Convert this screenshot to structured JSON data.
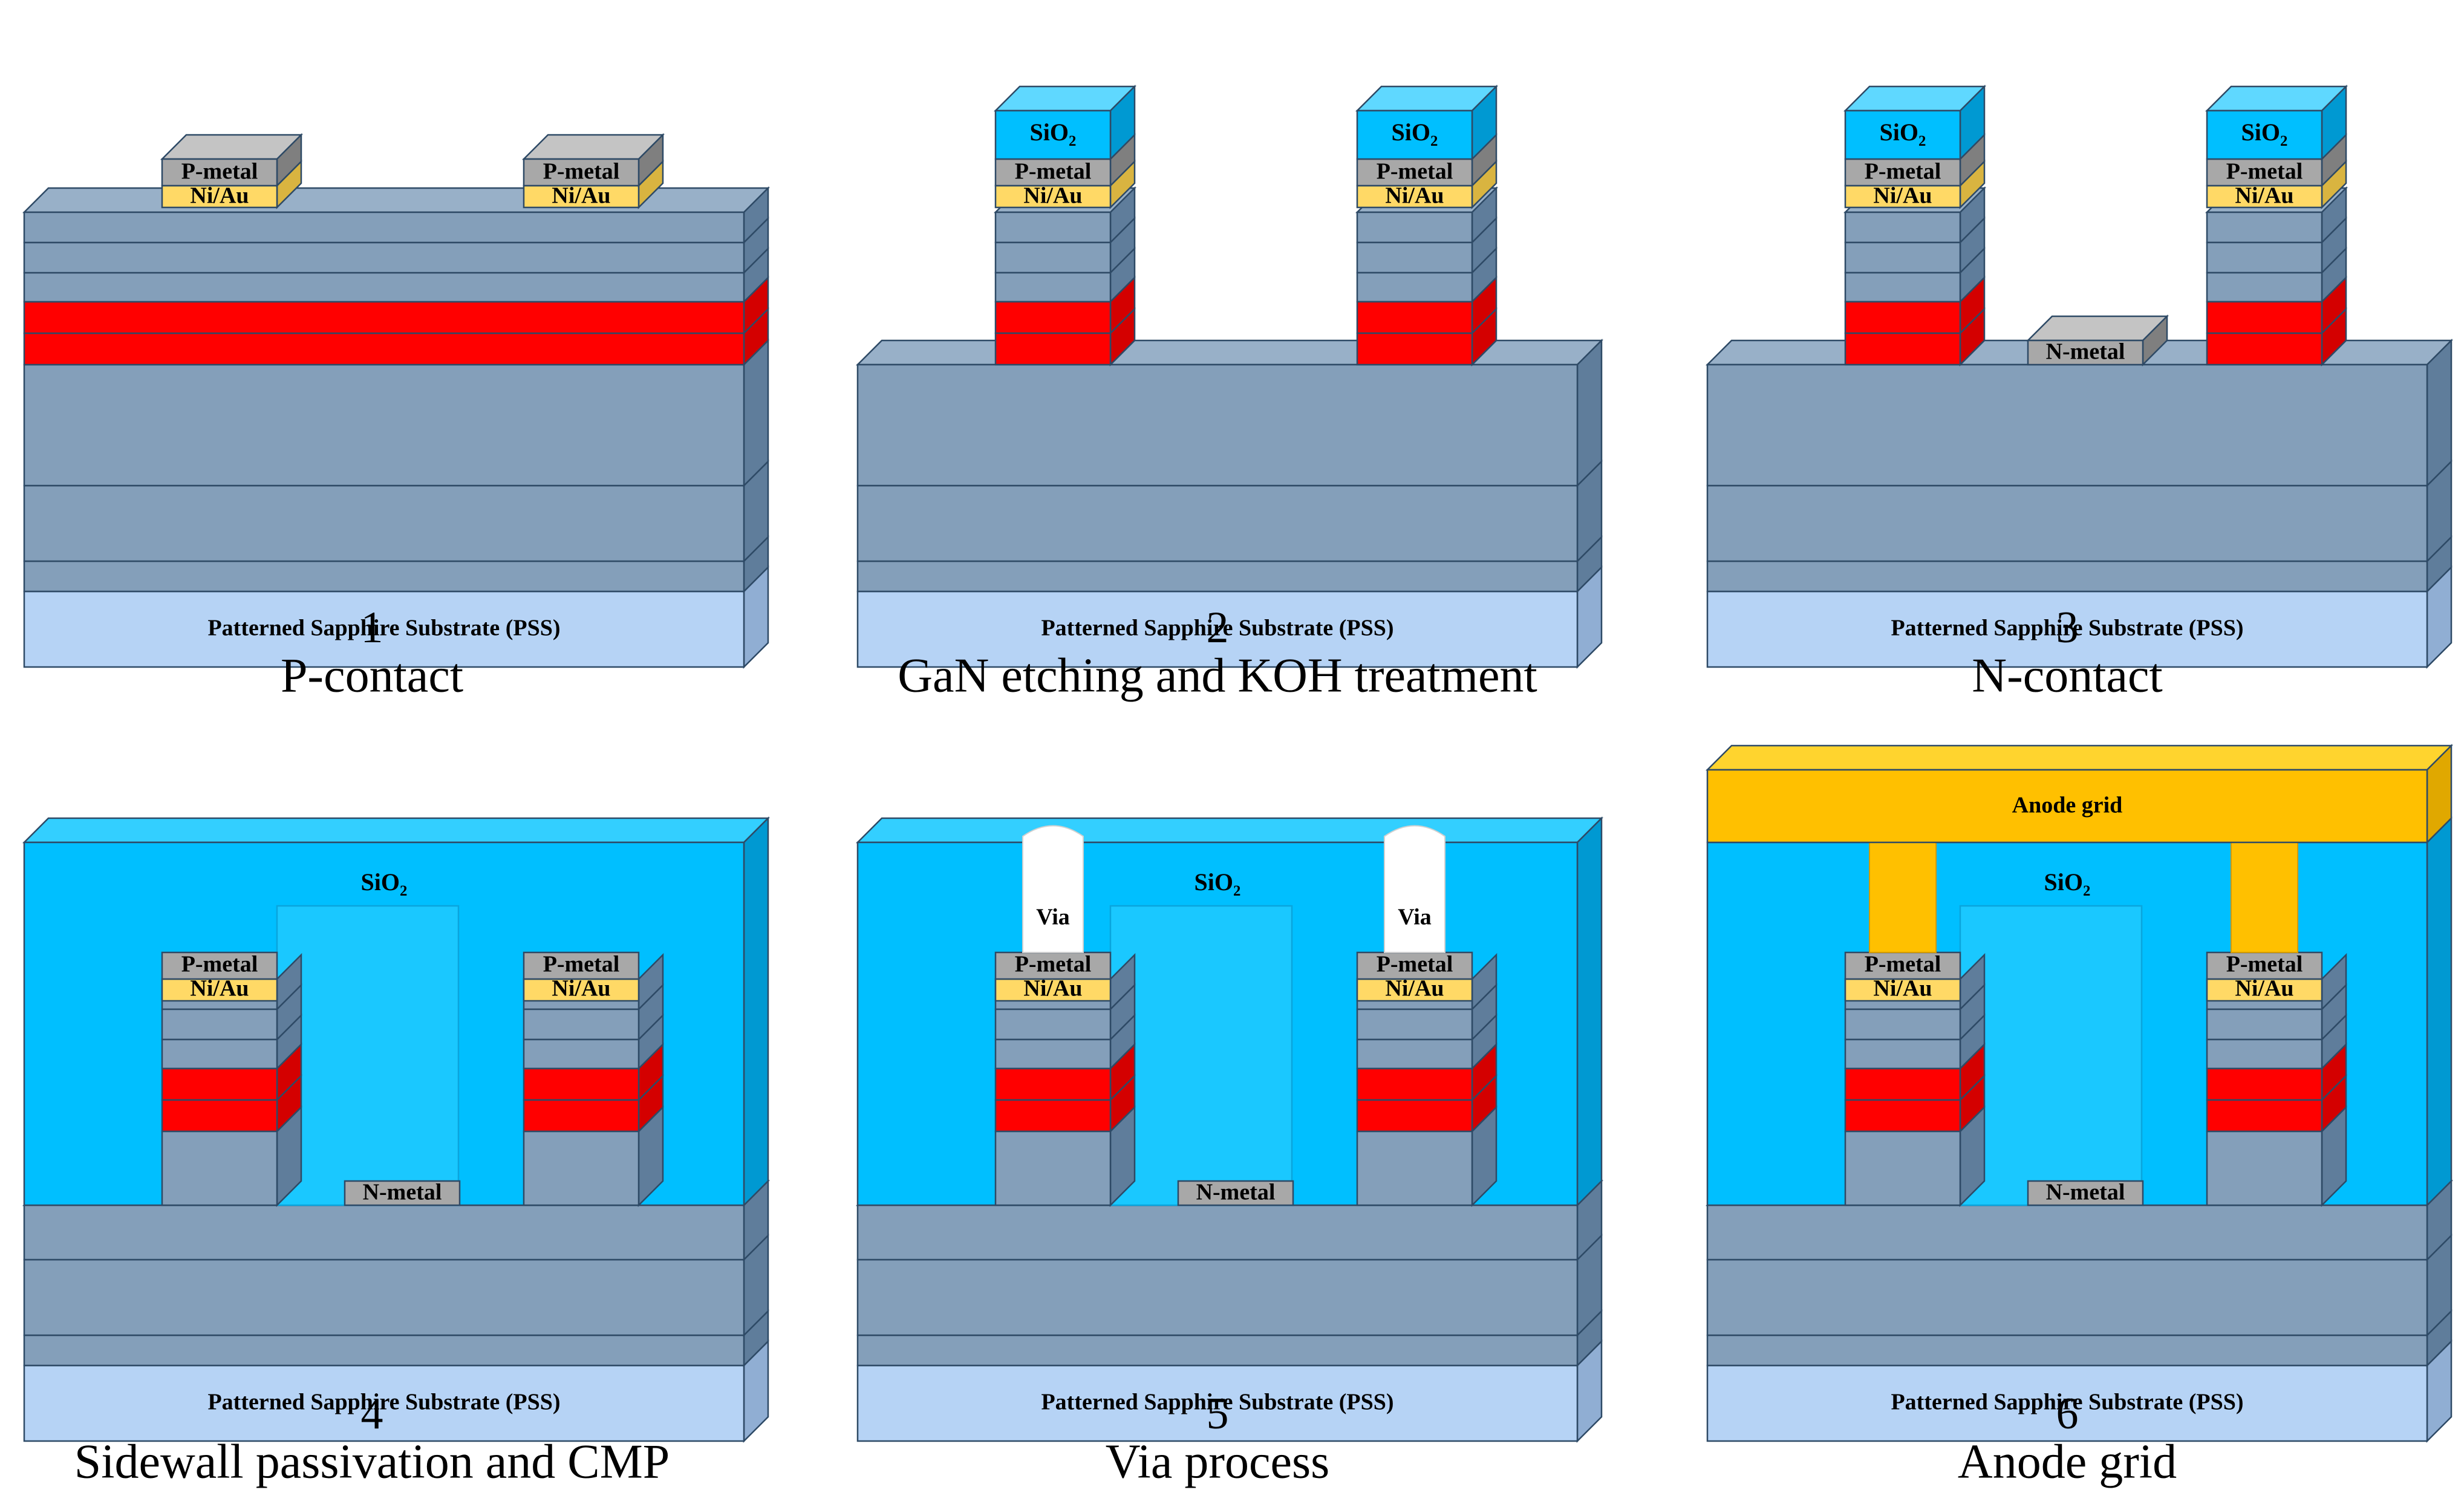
{
  "labels": {
    "p_metal": "P-metal",
    "ni_au": "Ni/Au",
    "sio2": "SiO",
    "sio2_sub": "2",
    "n_metal": "N-metal",
    "via": "Via",
    "substrate": "Patterned Sapphire Substrate (PSS)",
    "anode_grid": "Anode grid"
  },
  "steps": [
    {
      "number": "1",
      "caption": "P-contact"
    },
    {
      "number": "2",
      "caption": "GaN etching and KOH treatment"
    },
    {
      "number": "3",
      "caption": "N-contact"
    },
    {
      "number": "4",
      "caption": "Sidewall passivation and CMP"
    },
    {
      "number": "5",
      "caption": "Via process"
    },
    {
      "number": "6",
      "caption": "Anode grid"
    }
  ],
  "colors": {
    "gan_layer": "#849fba",
    "gan_side": "#5f7d9b",
    "gan_top": "#98b0c8",
    "quantum_well": "#ff0000",
    "quantum_well_side": "#d40000",
    "substrate": "#b6d3f5",
    "substrate_side": "#90aed3",
    "sio2": "#00bfff",
    "sio2_side": "#0099d2",
    "p_metal": "#a8a8a8",
    "ni_au": "#ffd966",
    "anode": "#ffc000",
    "anode_top": "#ffd42e",
    "via_hole": "#ffffff",
    "outline": "#2e4a66"
  }
}
